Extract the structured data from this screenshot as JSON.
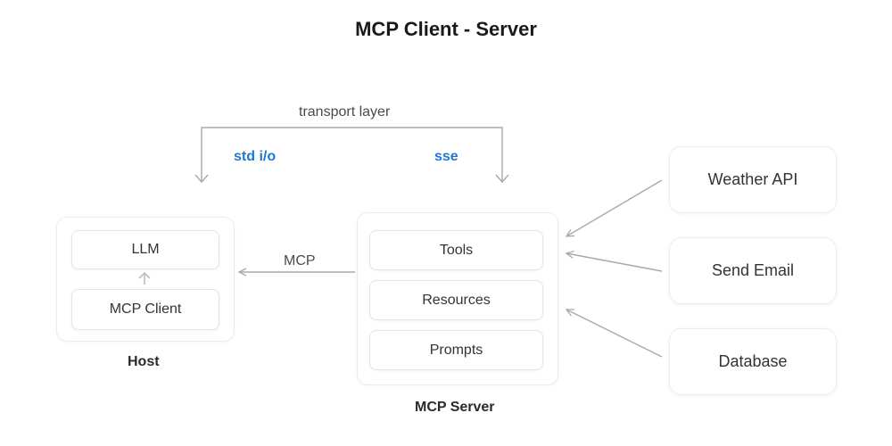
{
  "title": "MCP Client - Server",
  "transport": {
    "label": "transport layer",
    "std_io": "std i/o",
    "sse": "sse"
  },
  "host": {
    "label": "Host",
    "llm": "LLM",
    "client": "MCP Client"
  },
  "mcp_edge_label": "MCP",
  "server": {
    "label": "MCP Server",
    "tools": "Tools",
    "resources": "Resources",
    "prompts": "Prompts"
  },
  "external": {
    "weather": "Weather API",
    "email": "Send Email",
    "database": "Database"
  },
  "colors": {
    "accent_blue": "#1f77d4",
    "line_gray": "#a9a9a9"
  }
}
